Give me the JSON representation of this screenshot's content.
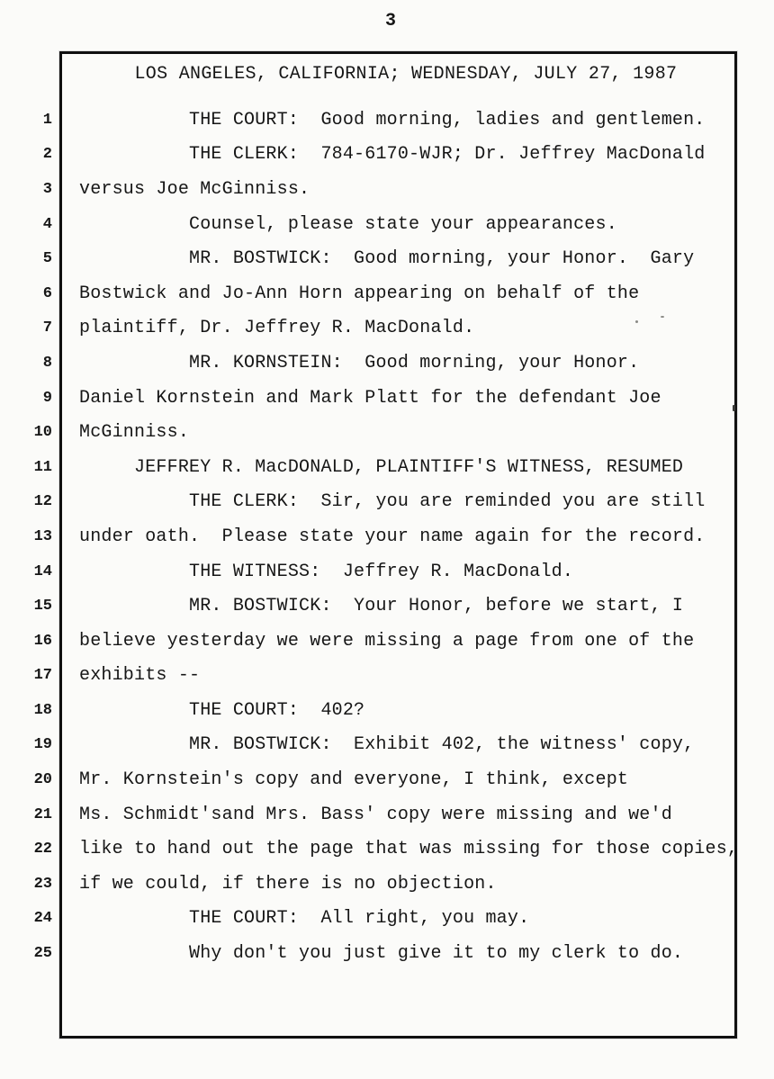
{
  "doc": {
    "page_number": "3",
    "header": "     LOS ANGELES, CALIFORNIA; WEDNESDAY, JULY 27, 1987",
    "lines": [
      {
        "num": "1",
        "text": "          THE COURT:  Good morning, ladies and gentlemen."
      },
      {
        "num": "2",
        "text": "          THE CLERK:  784-6170-WJR; Dr. Jeffrey MacDonald"
      },
      {
        "num": "3",
        "text": "versus Joe McGinniss."
      },
      {
        "num": "4",
        "text": "          Counsel, please state your appearances."
      },
      {
        "num": "5",
        "text": "          MR. BOSTWICK:  Good morning, your Honor.  Gary"
      },
      {
        "num": "6",
        "text": "Bostwick and Jo-Ann Horn appearing on behalf of the"
      },
      {
        "num": "7",
        "text": "plaintiff, Dr. Jeffrey R. MacDonald."
      },
      {
        "num": "8",
        "text": "          MR. KORNSTEIN:  Good morning, your Honor."
      },
      {
        "num": "9",
        "text": "Daniel Kornstein and Mark Platt for the defendant Joe"
      },
      {
        "num": "10",
        "text": "McGinniss."
      },
      {
        "num": "11",
        "text": "     JEFFREY R. MacDONALD, PLAINTIFF'S WITNESS, RESUMED"
      },
      {
        "num": "12",
        "text": "          THE CLERK:  Sir, you are reminded you are still"
      },
      {
        "num": "13",
        "text": "under oath.  Please state your name again for the record."
      },
      {
        "num": "14",
        "text": "          THE WITNESS:  Jeffrey R. MacDonald."
      },
      {
        "num": "15",
        "text": "          MR. BOSTWICK:  Your Honor, before we start, I"
      },
      {
        "num": "16",
        "text": "believe yesterday we were missing a page from one of the"
      },
      {
        "num": "17",
        "text": "exhibits --"
      },
      {
        "num": "18",
        "text": "          THE COURT:  402?"
      },
      {
        "num": "19",
        "text": "          MR. BOSTWICK:  Exhibit 402, the witness' copy,"
      },
      {
        "num": "20",
        "text": "Mr. Kornstein's copy and everyone, I think, except"
      },
      {
        "num": "21",
        "text": "Ms. Schmidt'sand Mrs. Bass' copy were missing and we'd"
      },
      {
        "num": "22",
        "text": "like to hand out the page that was missing for those copies,"
      },
      {
        "num": "23",
        "text": "if we could, if there is no objection."
      },
      {
        "num": "24",
        "text": "          THE COURT:  All right, you may."
      },
      {
        "num": "25",
        "text": "          Why don't you just give it to my clerk to do."
      }
    ]
  }
}
